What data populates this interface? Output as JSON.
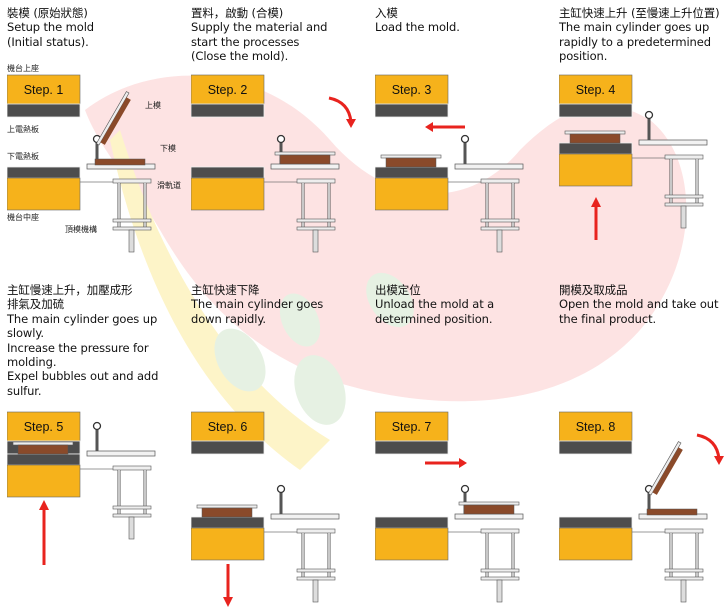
{
  "steps": [
    {
      "label": "Step. 1",
      "zh": "裝模 (原始狀態)",
      "en": [
        "Setup the mold",
        "(Initial status)."
      ],
      "arrow": "none"
    },
    {
      "label": "Step. 2",
      "zh": "置料，啟動 (合模)",
      "en": [
        "Supply the material and",
        "start the processes",
        "(Close the mold)."
      ],
      "arrow": "rotate-cw"
    },
    {
      "label": "Step. 3",
      "zh": "入模",
      "en": [
        "Load the mold."
      ],
      "arrow": "left"
    },
    {
      "label": "Step. 4",
      "zh": "主缸快速上升 (至慢速上升位置)",
      "en": [
        "The main cylinder goes up",
        "rapidly to a predetermined",
        "position."
      ],
      "arrow": "up"
    },
    {
      "label": "Step. 5",
      "zh": "主缸慢速上升，加壓成形",
      "zh2": "排氣及加硫",
      "en": [
        "The main cylinder goes up",
        "slowly.",
        "Increase the pressure for",
        "molding.",
        "Expel bubbles out and add",
        "sulfur."
      ],
      "arrow": "up"
    },
    {
      "label": "Step. 6",
      "zh": "主缸快速下降",
      "en": [
        "The main cylinder goes",
        "down rapidly."
      ],
      "arrow": "down"
    },
    {
      "label": "Step. 7",
      "zh": "出模定位",
      "en": [
        "Unload the mold at a",
        "determined position."
      ],
      "arrow": "right"
    },
    {
      "label": "Step. 8",
      "zh": "開模及取成品",
      "en": [
        "Open the mold and take out",
        "the final product."
      ],
      "arrow": "rotate-cw"
    }
  ],
  "part_labels": {
    "upper_base": "機台上座",
    "upper_mold": "上模",
    "upper_heater": "上電熱板",
    "lower_heater": "下電熱板",
    "lower_mold": "下模",
    "slide_rail": "滑軌道",
    "middle_base": "機台中座",
    "ejector": "頂模機構"
  },
  "colors": {
    "platen": "#f6b21b",
    "heater": "#4d4d4d",
    "mold": "#8a4a2a",
    "arrow": "#e8231e"
  }
}
